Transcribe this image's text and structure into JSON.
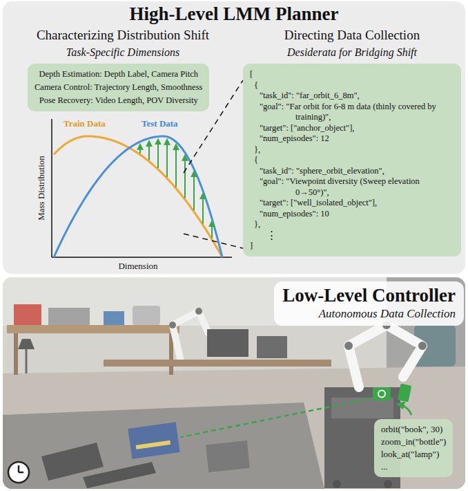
{
  "diagram": {
    "nodes": [
      {
        "text": [
          "High-Level LMM Planner"
        ]
      },
      {
        "text": [
          "Depth Estimation: Depth Label, Camera Pitch",
          "Camera Control: Trajectory Length, Smoothness",
          "Pose Recovery: Video Length, POV Diversity"
        ],
        "in": 0
      },
      {
        "text": [
          "[",
          "{",
          "\"task_id\": \"far_orbit_6_8m\",",
          "\"goal\": \"Far orbit for 6-8 m data (thinly covered by training)\",",
          "\"target\": [\"anchor_object\"],",
          "\"num_episodes\": 12",
          "},",
          "{",
          "\"task_id\": \"sphere_orbit_elevation\",",
          "\"goal\": \"Viewpoint diversity (Sweep elevation 0→50°)\",",
          "\"target\": [\"well_isolated_object\"],",
          "\"num_episodes\": 10",
          "},",
          "⋮",
          "]"
        ],
        "in": 0
      },
      {
        "text": [
          "Low-Level Controller",
          "Autonomous Data Collection"
        ]
      },
      {
        "text": [
          "orbit(\"book\", 30)",
          "zoom_in(\"bottle\")",
          "look_at(\"lamp\")",
          "..."
        ]
      }
    ],
    "labels": [
      "Characterizing Distribution Shift",
      "Task-Specific Dimensions",
      "Directing Data Collection",
      "Desiderata for Bridging Shift",
      "Train Data",
      "Test Data",
      "Mass Distribution",
      "Dimension"
    ]
  }
}
